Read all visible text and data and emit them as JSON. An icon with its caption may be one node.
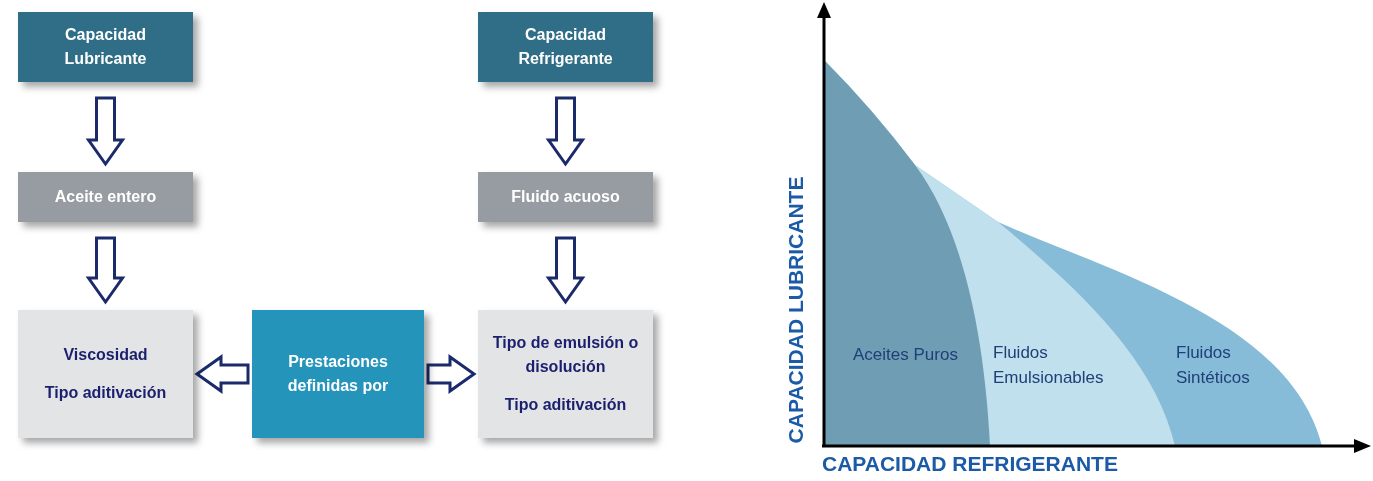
{
  "diagram": {
    "nodes": [
      {
        "text": [
          "Capacidad Lubricante"
        ]
      },
      {
        "text": [
          "Capacidad Refrigerante"
        ]
      },
      {
        "text": [
          "Aceite entero"
        ]
      },
      {
        "text": [
          "Fluido acuoso"
        ]
      },
      {
        "text": [
          "Viscosidad",
          "Tipo aditivación"
        ]
      },
      {
        "text": [
          "Prestaciones definidas por"
        ]
      },
      {
        "text": [
          "Tipo de emulsión o disolución",
          "Tipo aditivación"
        ]
      }
    ],
    "edges": [
      {
        "from": 0,
        "to": 2,
        "arrow": "to"
      },
      {
        "from": 2,
        "to": 4,
        "arrow": "to"
      },
      {
        "from": 1,
        "to": 3,
        "arrow": "to"
      },
      {
        "from": 3,
        "to": 6,
        "arrow": "to"
      },
      {
        "from": 5,
        "to": 4,
        "arrow": "to"
      },
      {
        "from": 5,
        "to": 6,
        "arrow": "to"
      }
    ],
    "labels": [
      "CAPACIDAD LUBRICANTE",
      "Aceites Puros",
      "Fluidos Emulsionables",
      "Fluidos Sintéticos",
      "CAPACIDAD REFRIGERANTE"
    ]
  }
}
